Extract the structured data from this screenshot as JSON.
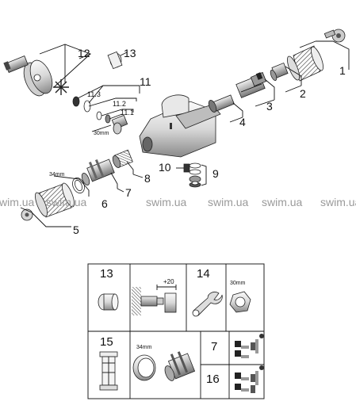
{
  "exploded_view": {
    "callouts": {
      "c1": "1",
      "c2": "2",
      "c3": "3",
      "c4": "4",
      "c5": "5",
      "c6": "6",
      "c7": "7",
      "c8": "8",
      "c9": "9",
      "c10": "10",
      "c11": "11",
      "c11_1": "11.1",
      "c11_2": "11.2",
      "c11_3": "11.3",
      "c12": "12",
      "c13": "13"
    },
    "dim_30mm": "30mm",
    "dim_34mm": "34mm"
  },
  "watermarks": [
    "swim.ua",
    "swim.ua",
    "swim.ua",
    "swim.ua",
    "swim.ua",
    "swim.ua"
  ],
  "accessory_table": {
    "h13": "13",
    "h14": "14",
    "h15": "15",
    "h7": "7",
    "h16": "16",
    "plus20": "+20",
    "dim_30mm": "30mm",
    "dim_34mm": "34mm"
  }
}
